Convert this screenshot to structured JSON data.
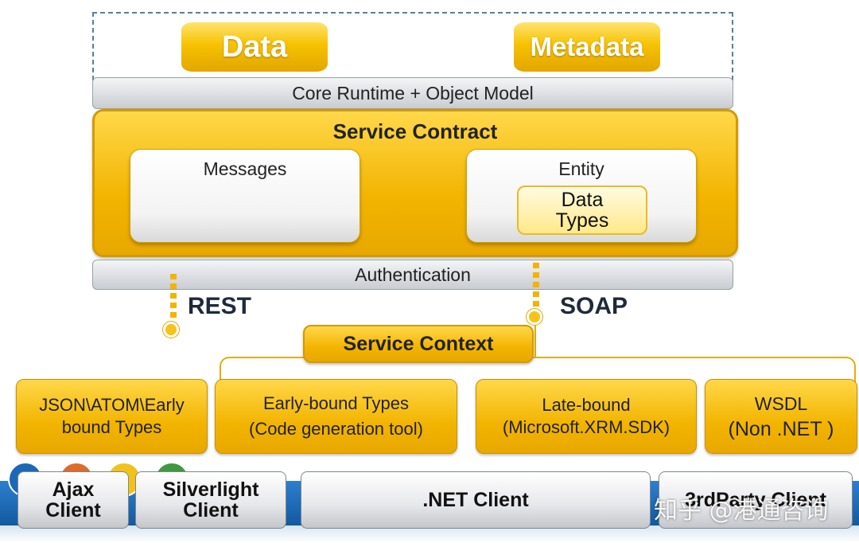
{
  "stores": {
    "data": "Data",
    "metadata": "Metadata"
  },
  "core_runtime": "Core Runtime + Object Model",
  "service_contract": {
    "title": "Service Contract",
    "messages": "Messages",
    "entity": "Entity",
    "data_types_line1": "Data",
    "data_types_line2": "Types"
  },
  "authentication": "Authentication",
  "protocols": {
    "rest": "REST",
    "soap": "SOAP"
  },
  "service_context": "Service Context",
  "bindings": [
    {
      "line1": "JSON\\ATOM\\Early",
      "line2": "bound Types"
    },
    {
      "line1": "Early-bound Types",
      "line2": "(Code generation tool)"
    },
    {
      "line1": "Late-bound",
      "line2": "(Microsoft.XRM.SDK)"
    },
    {
      "line1": "WSDL",
      "line2": "(Non .NET )"
    }
  ],
  "clients": {
    "ajax_1": "Ajax",
    "ajax_2": "Client",
    "silverlight_1": "Silverlight",
    "silverlight_2": "Client",
    "dotnet": ".NET Client",
    "third_party": "3rdParty Client"
  },
  "watermark": "知乎 @港通咨询",
  "colors": {
    "gold": "#f2b400",
    "blue_band": "#1a67b3",
    "grey": "#c9ccd1"
  }
}
